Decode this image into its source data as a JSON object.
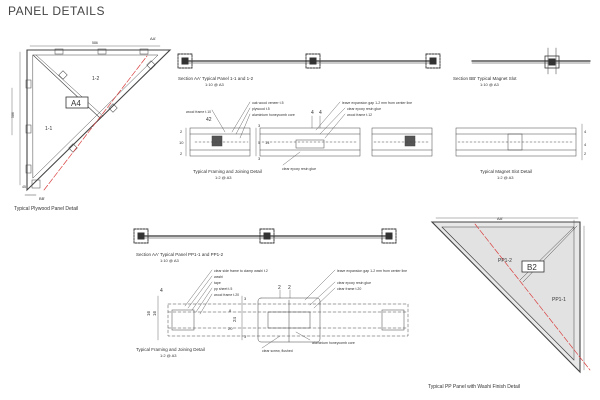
{
  "page_title": "PANEL DETAILS",
  "section_marks": {
    "aa": "AA'",
    "bb": "BB'"
  },
  "plywood_panel": {
    "panel_a": "1-1",
    "panel_b": "1-2",
    "tag": "A4",
    "caption": "Typical Plywood Panel Detail",
    "dim_top": "586",
    "dim_side": "586",
    "dim_corner": "45"
  },
  "section_aa_1": {
    "title": "Section AA' Typical Panel 1-1 and 1-2",
    "scale": "1:10 @ A3"
  },
  "section_bb": {
    "title": "Section BB' Typical Magnet Slot",
    "scale": "1:10 @ A3"
  },
  "framing_1": {
    "caption": "Typical Framing and Joining Detail",
    "scale": "1:2 @ A3",
    "labels": {
      "wood_frame": "wood frame t.10",
      "oak_veneer": "oak wood veneer t.5",
      "plywood": "plywood t.5",
      "honeycomb": "aluminium honeycomb core",
      "expansion_gap": "leave expansion gap 1-2 mm from center line",
      "epoxy_glue": "clear epoxy resin glue",
      "wood_frame_12": "wood frame t.12",
      "epoxy_bottom": "clear epoxy resin glue"
    },
    "dims": {
      "d42": "42",
      "d4a": "4",
      "d4b": "4",
      "d2a": "2",
      "d10": "10",
      "d2b": "2",
      "d3a": "3",
      "d3b": "3",
      "d5": "5",
      "d14": "14"
    }
  },
  "magnet_slot": {
    "caption": "Typical Magnet Slot Detail",
    "scale": "1:2 @ A3",
    "dims": {
      "d4a": "4",
      "d4b": "4",
      "d2": "2"
    }
  },
  "section_aa_2": {
    "title": "Section AA' Typical Panel PP1-1 and PP1-2",
    "scale": "1:10 @ A3"
  },
  "framing_2": {
    "caption": "Typical Framing and Joining Detail",
    "scale": "1:2 @ A3",
    "labels": {
      "clear_side_frame": "clear side frame to clamp washi t.2",
      "washi": "washi",
      "tape": "tape",
      "pp_sheet": "pp sheet t.5",
      "wood_frame": "wood frame t.20",
      "expansion_gap": "leave expansion gap 1-2 mm from center line",
      "epoxy_glue": "clear epoxy resin glue",
      "clear_frame": "clear frame t.20",
      "clear_screw": "clear screw, flushed",
      "honeycomb": "aluminium honeycomb core"
    },
    "dims": {
      "d4": "4",
      "d2a": "2",
      "d2b": "2",
      "d16a": "16",
      "d16b": "16",
      "d24": "24",
      "d8": "8",
      "d3a": "3",
      "d3b": "3",
      "d20": "20"
    }
  },
  "pp_panel": {
    "panel_a": "PP1-2",
    "panel_b": "PP1-1",
    "tag": "B2",
    "caption": "Typical PP Panel with Washi Finish Detail"
  }
}
